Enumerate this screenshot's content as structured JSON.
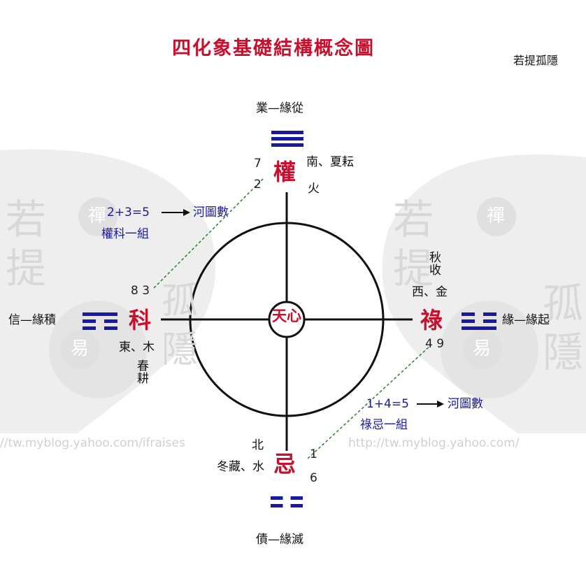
{
  "title": "四化象基礎結構概念圖",
  "author": "若提孤隱",
  "center_label": "天心",
  "watermark": {
    "chars_left": [
      "若",
      "提"
    ],
    "chars_right": [
      "若",
      "提",
      "孤",
      "隱"
    ],
    "badge_top": "禪",
    "badge_bottom": "易",
    "url_left": "//tw.myblog.yahoo.com/ifraises",
    "url_right": "http://tw.myblog.yahoo.com/"
  },
  "nodes": {
    "top": {
      "char": "權",
      "caption": "業—緣從",
      "nums": [
        "7",
        "2"
      ],
      "season_line1": "南、夏耘",
      "season_line2": "火"
    },
    "left": {
      "char": "科",
      "caption": "信—緣積",
      "nums": "8 3",
      "season_line1": "東、木",
      "season_line2": "春耕"
    },
    "right": {
      "char": "祿",
      "caption": "緣—緣起",
      "nums": "4 9",
      "season_line1": "秋收",
      "season_line2": "西、金"
    },
    "bottom": {
      "char": "忌",
      "caption": "債—緣滅",
      "nums": [
        "1",
        "6"
      ],
      "season_line1": "北",
      "season_line2": "冬藏、水"
    }
  },
  "annotations": {
    "upper_left": {
      "formula": "2+3=5",
      "target": "河圖數",
      "group": "權科一組"
    },
    "lower_right": {
      "formula": "1+4=5",
      "target": "河圖數",
      "group": "祿忌一組"
    }
  },
  "trigram_lines": {
    "top": [
      true,
      true,
      true
    ],
    "left": [
      true,
      false,
      false
    ],
    "right": [
      false,
      false,
      true
    ],
    "bottom": [
      false,
      false
    ]
  },
  "colors": {
    "accent_red": "#c8102e",
    "navy": "#1a1aa0",
    "dashed_green": "#2e7d32"
  }
}
